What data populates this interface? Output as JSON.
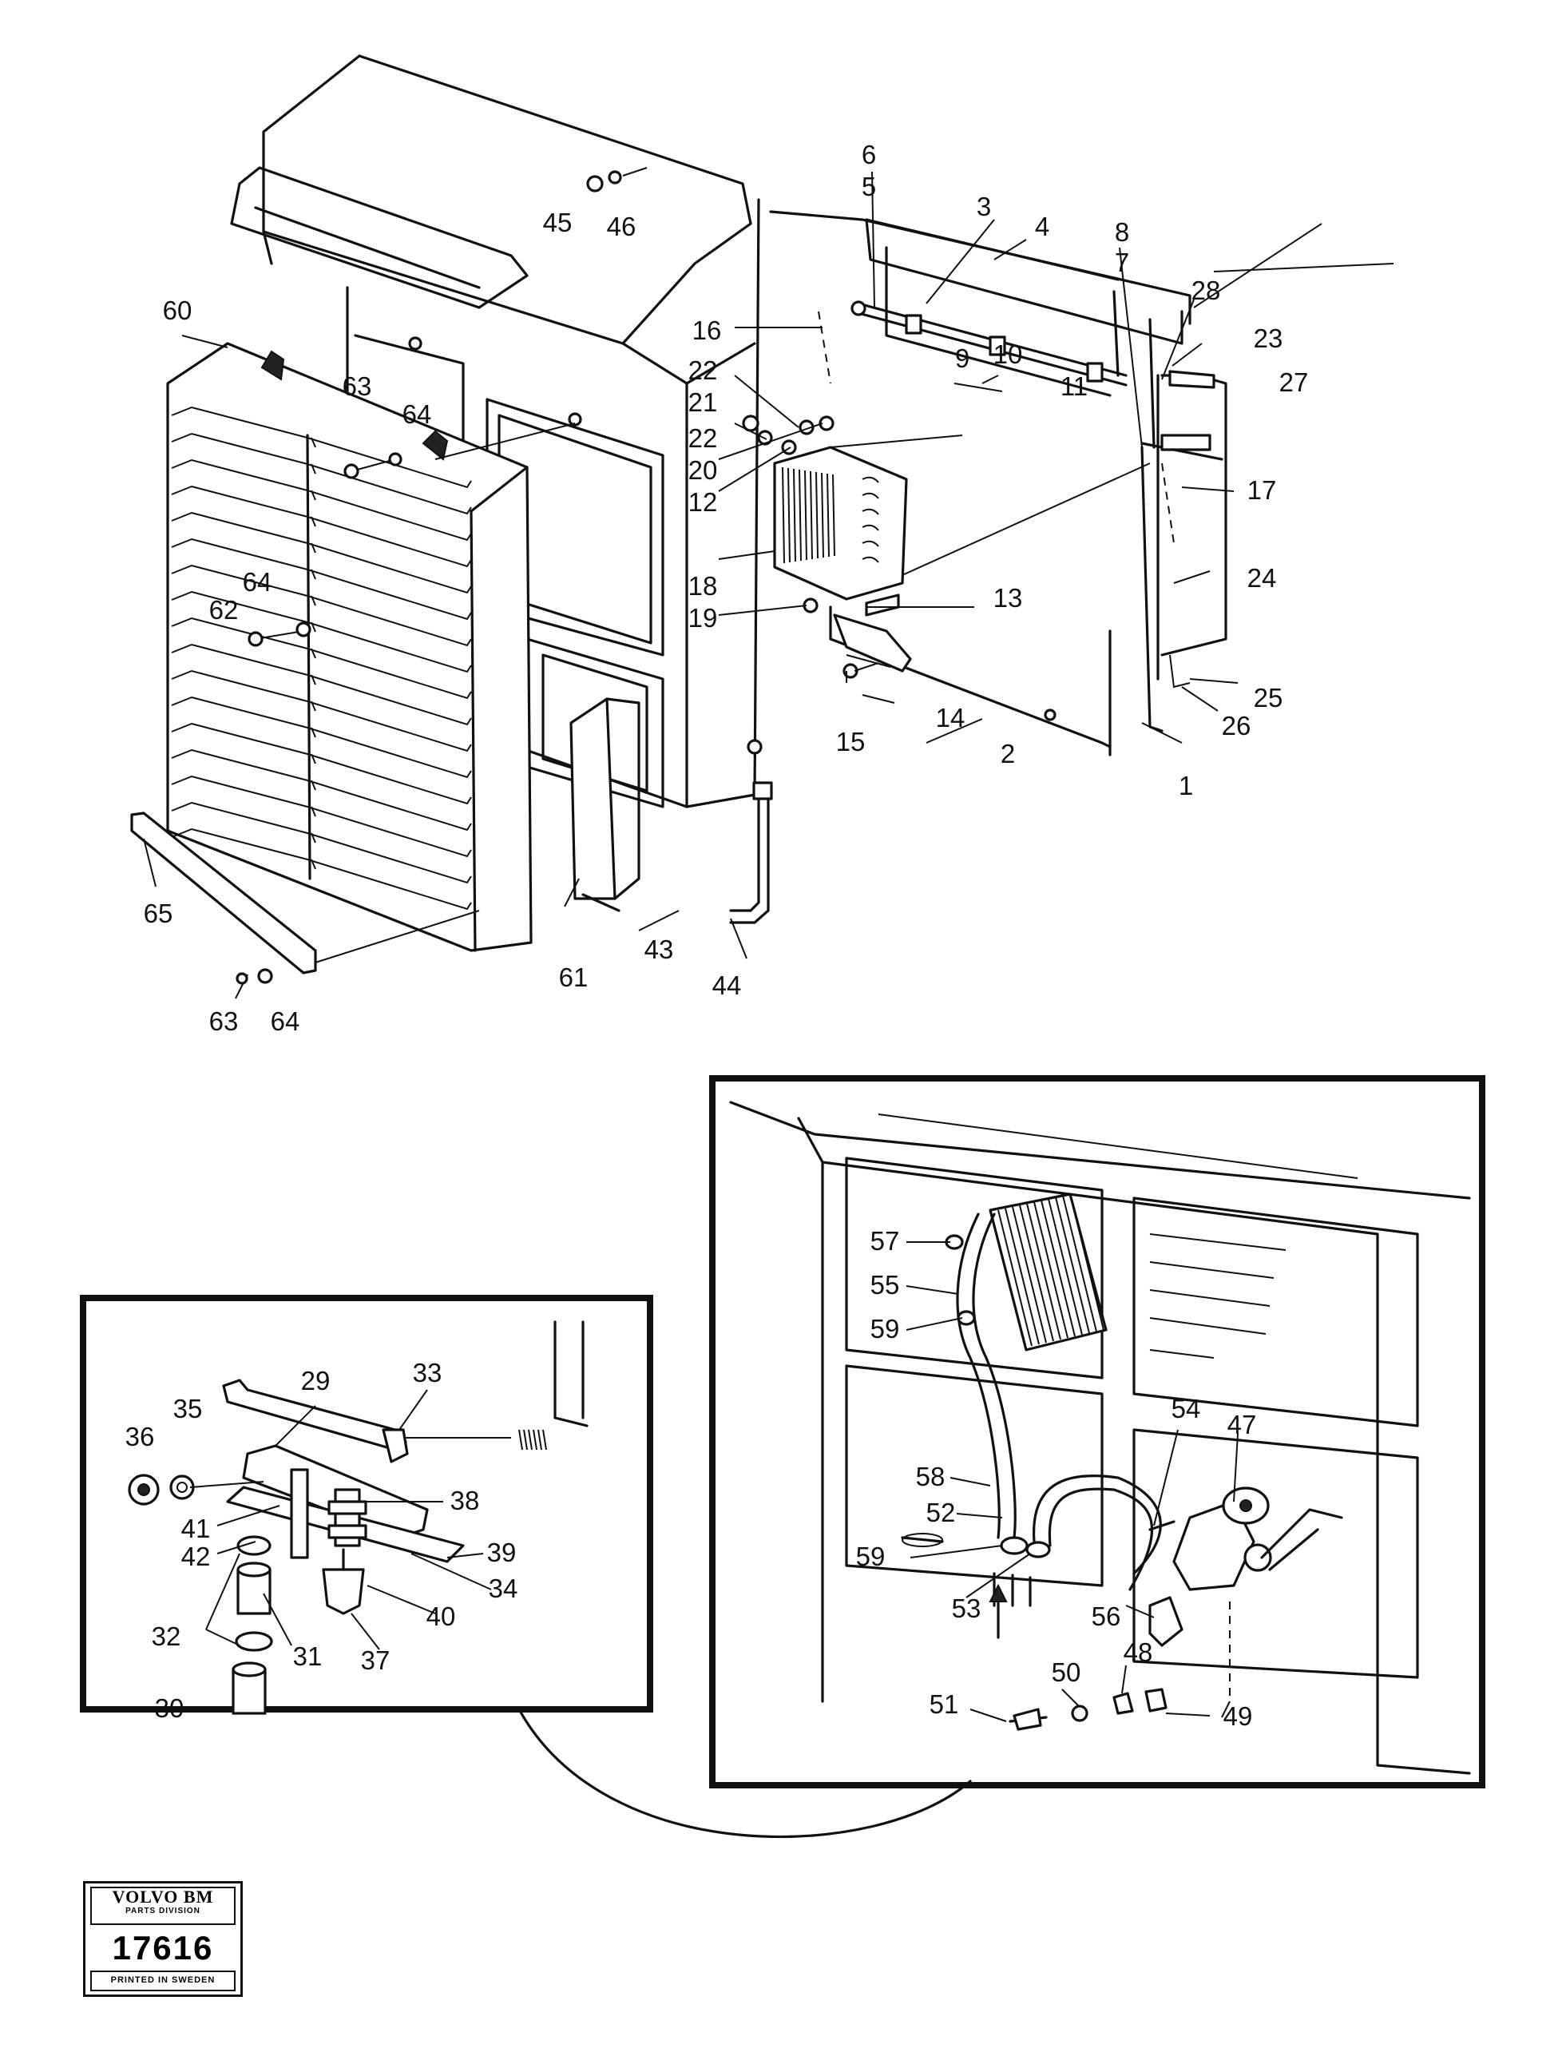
{
  "labels": [
    {
      "id": "1",
      "text": "1"
    },
    {
      "id": "2",
      "text": "2"
    },
    {
      "id": "3",
      "text": "3"
    },
    {
      "id": "4",
      "text": "4"
    },
    {
      "id": "5",
      "text": "5"
    },
    {
      "id": "6",
      "text": "6"
    },
    {
      "id": "7",
      "text": "7"
    },
    {
      "id": "8",
      "text": "8"
    },
    {
      "id": "9",
      "text": "9"
    },
    {
      "id": "10",
      "text": "10"
    },
    {
      "id": "11",
      "text": "11"
    },
    {
      "id": "12",
      "text": "12"
    },
    {
      "id": "13",
      "text": "13"
    },
    {
      "id": "14",
      "text": "14"
    },
    {
      "id": "15",
      "text": "15"
    },
    {
      "id": "16",
      "text": "16"
    },
    {
      "id": "17",
      "text": "17"
    },
    {
      "id": "18",
      "text": "18"
    },
    {
      "id": "19",
      "text": "19"
    },
    {
      "id": "20",
      "text": "20"
    },
    {
      "id": "21",
      "text": "21"
    },
    {
      "id": "22a",
      "text": "22"
    },
    {
      "id": "22b",
      "text": "22"
    },
    {
      "id": "23",
      "text": "23"
    },
    {
      "id": "24",
      "text": "24"
    },
    {
      "id": "25",
      "text": "25"
    },
    {
      "id": "26",
      "text": "26"
    },
    {
      "id": "27",
      "text": "27"
    },
    {
      "id": "28",
      "text": "28"
    },
    {
      "id": "29",
      "text": "29"
    },
    {
      "id": "30",
      "text": "30"
    },
    {
      "id": "31",
      "text": "31"
    },
    {
      "id": "32",
      "text": "32"
    },
    {
      "id": "33",
      "text": "33"
    },
    {
      "id": "34",
      "text": "34"
    },
    {
      "id": "35",
      "text": "35"
    },
    {
      "id": "36",
      "text": "36"
    },
    {
      "id": "37",
      "text": "37"
    },
    {
      "id": "38",
      "text": "38"
    },
    {
      "id": "39",
      "text": "39"
    },
    {
      "id": "40",
      "text": "40"
    },
    {
      "id": "41",
      "text": "41"
    },
    {
      "id": "42",
      "text": "42"
    },
    {
      "id": "43",
      "text": "43"
    },
    {
      "id": "44",
      "text": "44"
    },
    {
      "id": "45",
      "text": "45"
    },
    {
      "id": "46",
      "text": "46"
    },
    {
      "id": "47",
      "text": "47"
    },
    {
      "id": "48",
      "text": "48"
    },
    {
      "id": "49",
      "text": "49"
    },
    {
      "id": "50",
      "text": "50"
    },
    {
      "id": "51",
      "text": "51"
    },
    {
      "id": "52",
      "text": "52"
    },
    {
      "id": "53",
      "text": "53"
    },
    {
      "id": "54",
      "text": "54"
    },
    {
      "id": "55",
      "text": "55"
    },
    {
      "id": "56",
      "text": "56"
    },
    {
      "id": "57",
      "text": "57"
    },
    {
      "id": "58",
      "text": "58"
    },
    {
      "id": "59a",
      "text": "59"
    },
    {
      "id": "59b",
      "text": "59"
    },
    {
      "id": "60",
      "text": "60"
    },
    {
      "id": "61",
      "text": "61"
    },
    {
      "id": "62",
      "text": "62"
    },
    {
      "id": "63a",
      "text": "63"
    },
    {
      "id": "63b",
      "text": "63"
    },
    {
      "id": "64a",
      "text": "64"
    },
    {
      "id": "64b",
      "text": "64"
    },
    {
      "id": "64c",
      "text": "64"
    },
    {
      "id": "65",
      "text": "65"
    }
  ],
  "badge": {
    "brand": "VOLVO BM",
    "division": "PARTS DIVISION",
    "number": "17616",
    "printed": "PRINTED IN SWEDEN"
  }
}
